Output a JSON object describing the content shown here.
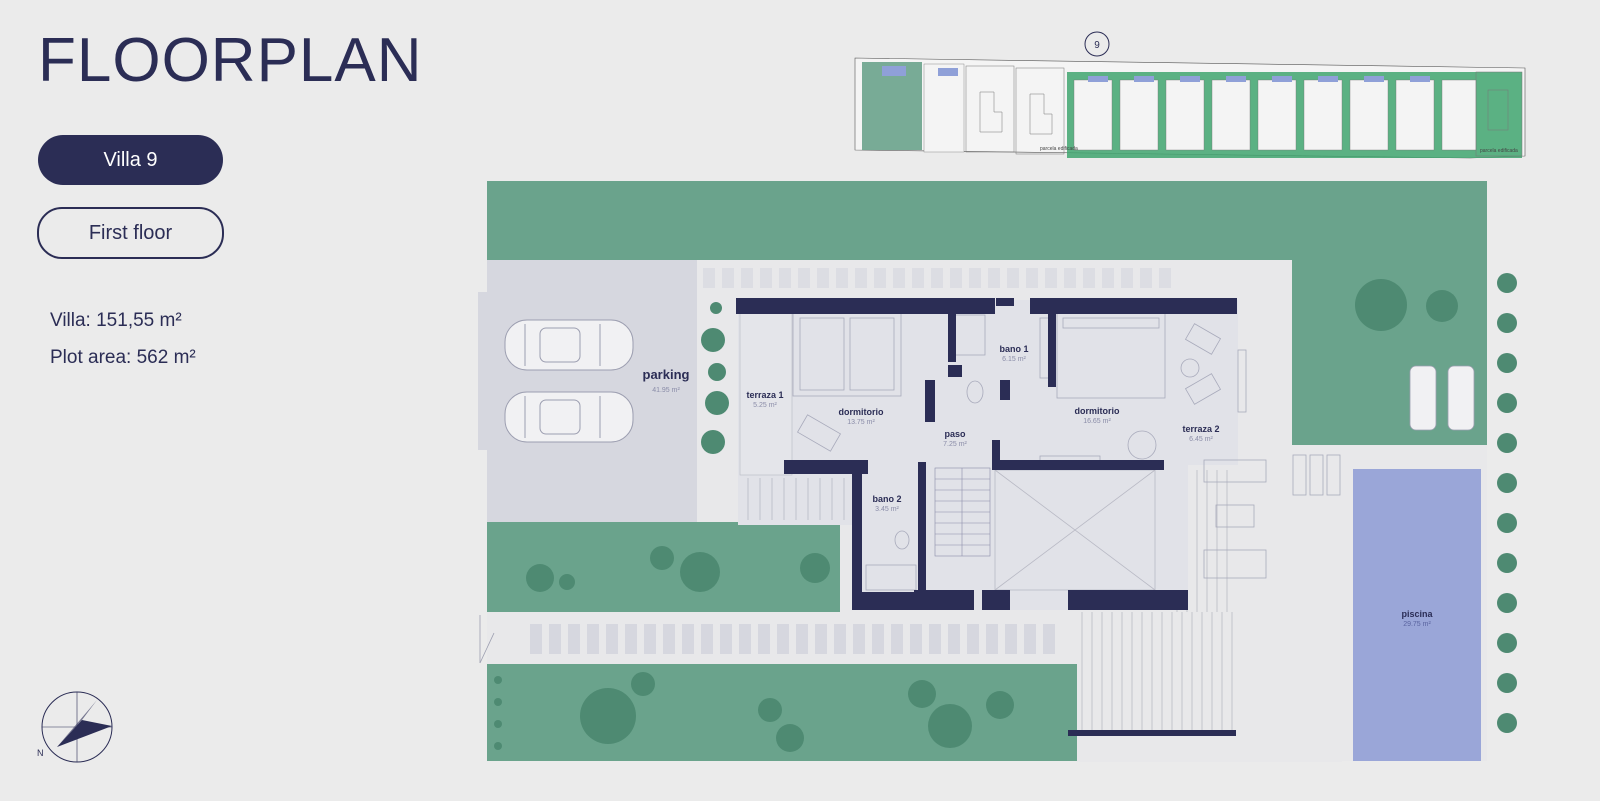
{
  "header": {
    "title": "FLOORPLAN"
  },
  "villa": {
    "label": "Villa 9"
  },
  "floor": {
    "label": "First floor"
  },
  "stats": {
    "villa_area": "Villa: 151,55 m²",
    "plot_area": "Plot area: 562 m²"
  },
  "site_plan": {
    "number": "9",
    "note1": "parcela edificada",
    "note2": "parcela edificada"
  },
  "rooms": {
    "parking": {
      "name": "parking",
      "area": "41.95 m²"
    },
    "terraza1": {
      "name": "terraza 1",
      "area": "5.25 m²"
    },
    "dormitorio1": {
      "name": "dormitorio",
      "area": "13.75 m²"
    },
    "bano1": {
      "name": "bano 1",
      "area": "6.15 m²"
    },
    "dormitorio2": {
      "name": "dormitorio",
      "area": "16.65 m²"
    },
    "terraza2": {
      "name": "terraza 2",
      "area": "6.45 m²"
    },
    "paso": {
      "name": "paso",
      "area": "7.25 m²"
    },
    "bano2": {
      "name": "bano 2",
      "area": "3.45 m²"
    },
    "piscina": {
      "name": "piscina",
      "area": "29.75 m²"
    }
  },
  "compass": {
    "north_label": "N"
  },
  "colors": {
    "navy": "#2b2d55",
    "garden": "#6aa38c",
    "pool": "#9aa6d8",
    "floor": "#e1e2e8",
    "paving": "#d8d9e0"
  }
}
